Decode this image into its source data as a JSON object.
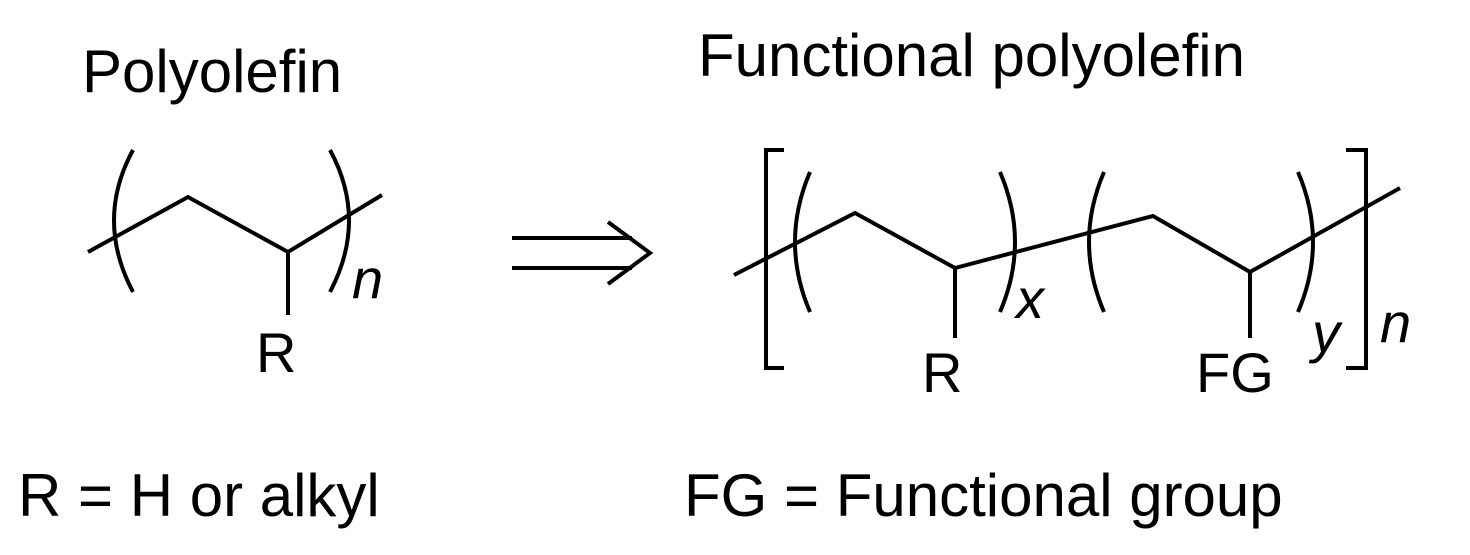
{
  "left": {
    "title": "Polyolefin",
    "substituent": "R",
    "repeat_subscript": "n",
    "definition": "R = H or alkyl"
  },
  "right": {
    "title": "Functional polyolefin",
    "substituent_1": "R",
    "substituent_2": "FG",
    "subscript_x": "x",
    "subscript_y": "y",
    "repeat_subscript": "n",
    "definition": "FG = Functional group"
  },
  "colors": {
    "ink": "#000000",
    "background": "#ffffff"
  },
  "arrow": "implies-arrow"
}
